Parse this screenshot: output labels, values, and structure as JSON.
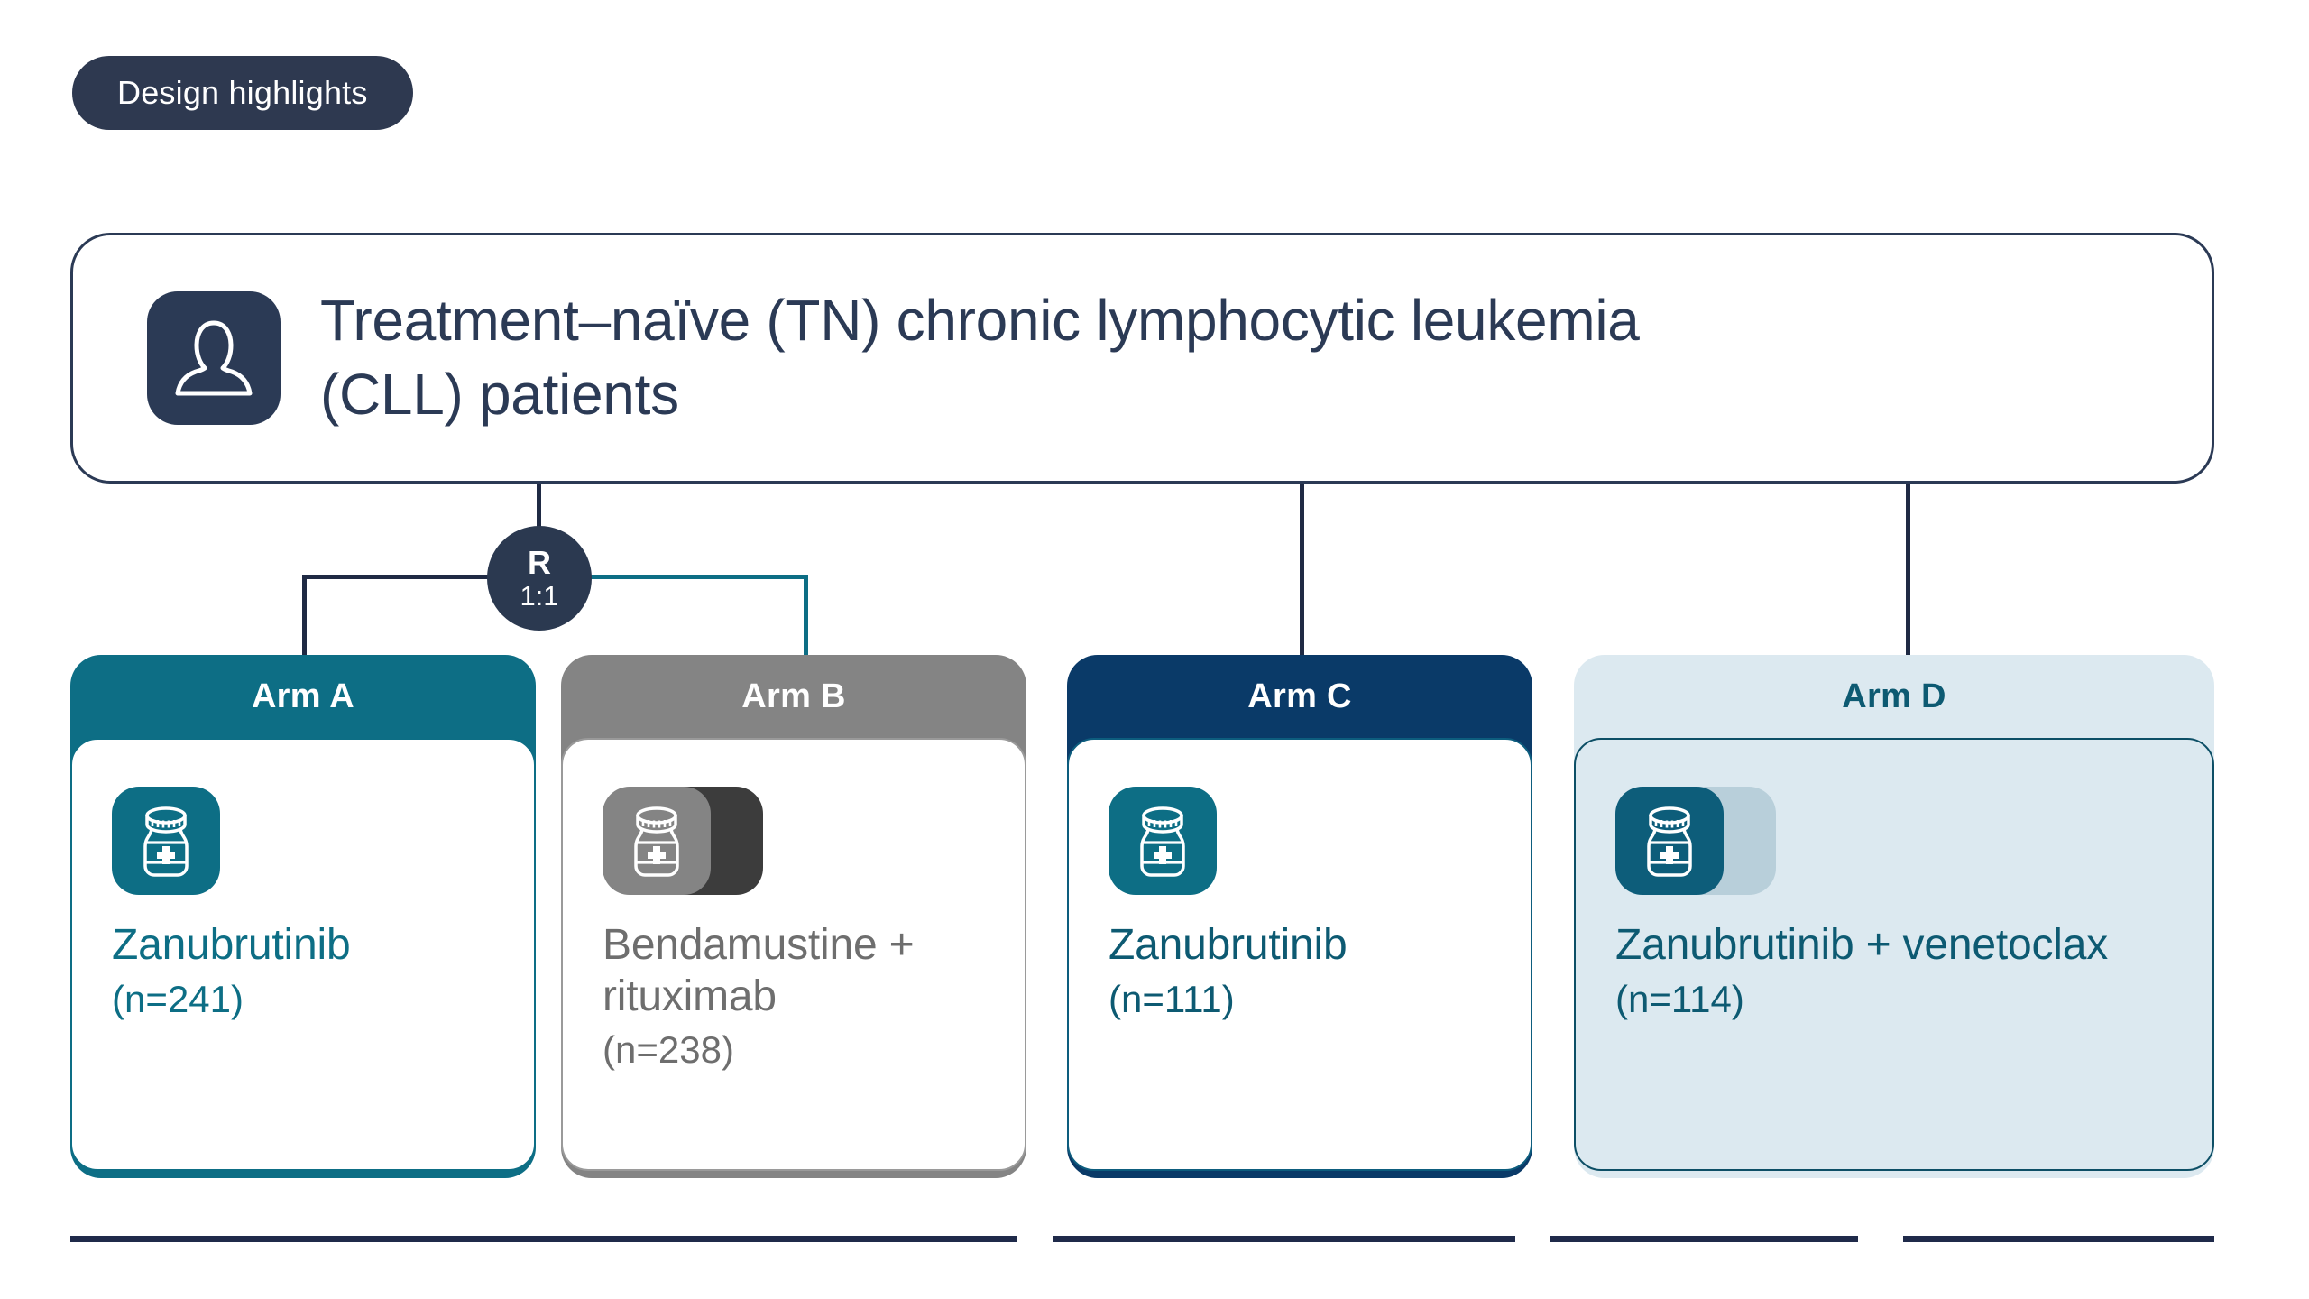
{
  "badge": {
    "label": "Design highlights"
  },
  "population": {
    "title": "Treatment–naïve (TN) chronic lymphocytic leukemia (CLL) patients",
    "icon": "patient-avatar-icon"
  },
  "randomization": {
    "label": "R",
    "ratio": "1:1",
    "icon": "randomization-node"
  },
  "arms": [
    {
      "id": "arm-a",
      "label": "Arm A",
      "drug": "Zanubrutinib",
      "n": "(n=241)",
      "icon": "pill-bottle-icon",
      "has_second_icon": false,
      "colors": {
        "header_bg": "#0d6e85",
        "header_text": "#ffffff",
        "card_bg": "#ffffff",
        "card_border": "#0d6e85",
        "icon_bg": "#0d6e85",
        "icon_bg_secondary": "#0d6e85",
        "text": "#0d6e85"
      }
    },
    {
      "id": "arm-b",
      "label": "Arm B",
      "drug": "Bendamustine + rituximab",
      "n": "(n=238)",
      "icon": "pill-bottle-icon",
      "has_second_icon": true,
      "colors": {
        "header_bg": "#848484",
        "header_text": "#ffffff",
        "card_bg": "#ffffff",
        "card_border": "#9a9a9a",
        "icon_bg": "#848484",
        "icon_bg_secondary": "#3c3c3c",
        "text": "#6e6e6e"
      }
    },
    {
      "id": "arm-c",
      "label": "Arm C",
      "drug": "Zanubrutinib",
      "n": "(n=111)",
      "icon": "pill-bottle-icon",
      "has_second_icon": false,
      "colors": {
        "header_bg": "#0a3a68",
        "header_text": "#ffffff",
        "card_bg": "#ffffff",
        "card_border": "#0d5d7e",
        "icon_bg": "#0d6e85",
        "icon_bg_secondary": "#0d6e85",
        "text": "#0d5a72"
      }
    },
    {
      "id": "arm-d",
      "label": "Arm D",
      "drug": "Zanubrutinib + venetoclax",
      "n": "(n=114)",
      "icon": "pill-bottle-icon",
      "has_second_icon": true,
      "colors": {
        "header_bg": "#dce9f0",
        "header_text": "#0d5a72",
        "card_bg": "#dce9f0",
        "card_border": "#0d4f66",
        "icon_bg": "#0d5d7a",
        "icon_bg_secondary": "#b8cfda",
        "text": "#0d5a72"
      }
    }
  ]
}
